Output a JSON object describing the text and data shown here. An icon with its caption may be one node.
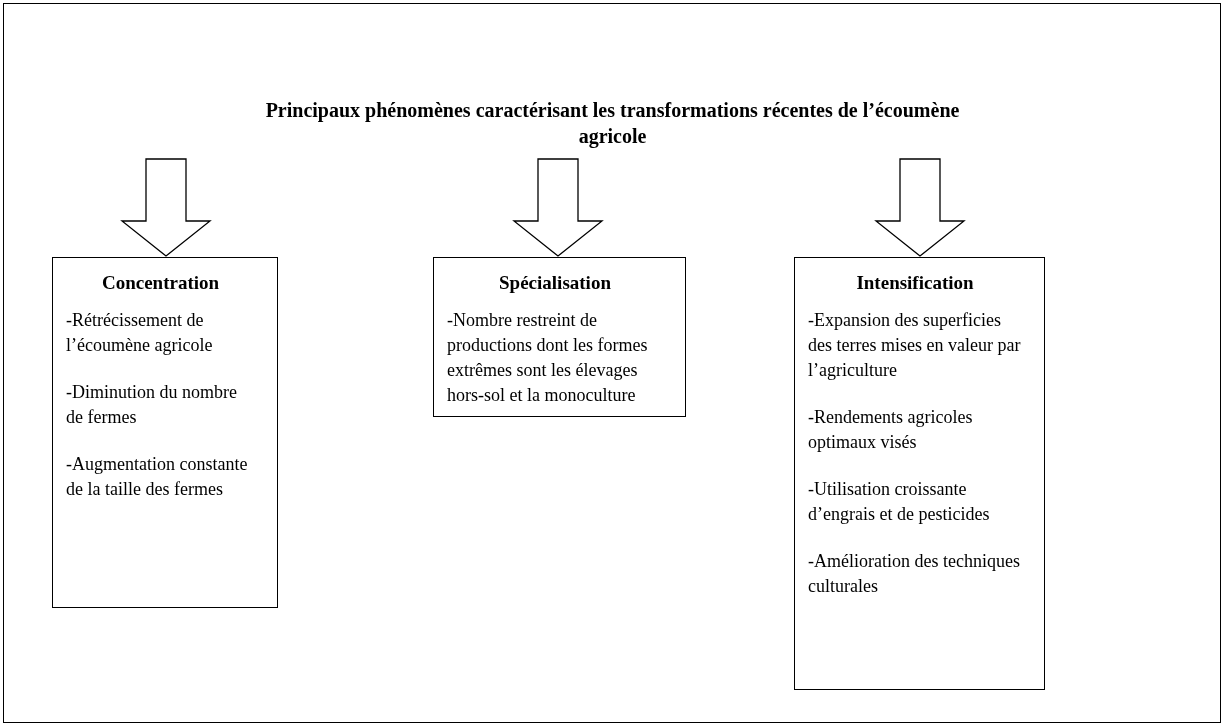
{
  "diagram": {
    "nodes": [
      {
        "text": [
          "Principaux phénomènes caractérisant les transformations récentes de l’écoumène agricole"
        ]
      },
      {
        "text": [
          "Concentration",
          "-Rétrécissement de l’écoumène agricole",
          "-Diminution du nombre de fermes",
          "-Augmentation constante de la taille des fermes"
        ]
      },
      {
        "text": [
          "Spécialisation",
          "-Nombre restreint de productions dont les formes extrêmes sont les élevages hors-sol et la monoculture"
        ]
      },
      {
        "text": [
          "Intensification",
          "-Expansion des superficies des terres mises en valeur par l’agriculture",
          "-Rendements agricoles optimaux visés",
          "-Utilisation croissante d’engrais et de pesticides",
          "-Amélioration des techniques culturales"
        ]
      }
    ],
    "edges": [
      {
        "from": 0,
        "to": 1,
        "arrow": "to"
      },
      {
        "from": 0,
        "to": 2,
        "arrow": "to"
      },
      {
        "from": 0,
        "to": 3,
        "arrow": "to"
      }
    ]
  }
}
